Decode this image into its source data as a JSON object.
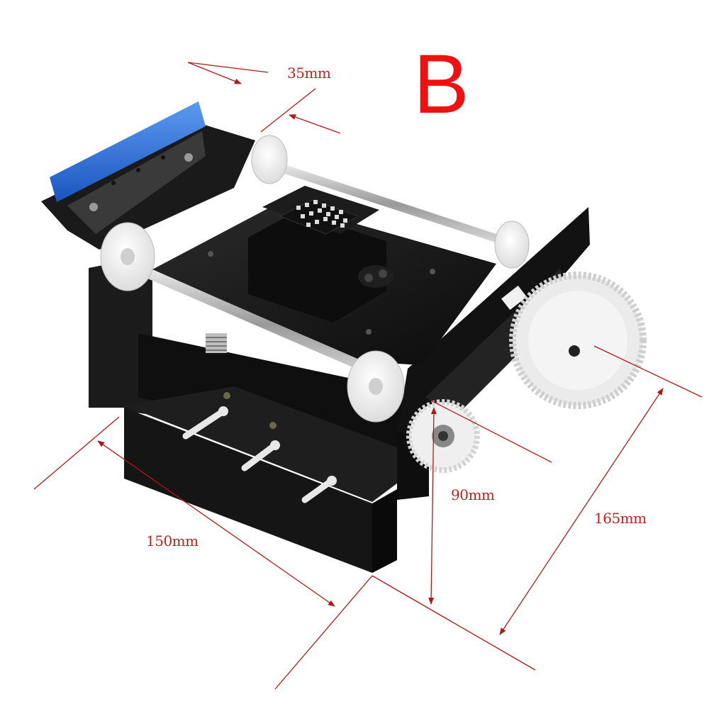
{
  "variant_label": "B",
  "dimensions": {
    "width_top": "35mm",
    "height": "90mm",
    "length": "150mm",
    "depth": "165mm"
  },
  "colors": {
    "dimension_line": "#b01818",
    "dimension_text": "#c02020",
    "variant_letter": "#ee1111",
    "frame": "#141414",
    "blade": "#2368d8"
  }
}
